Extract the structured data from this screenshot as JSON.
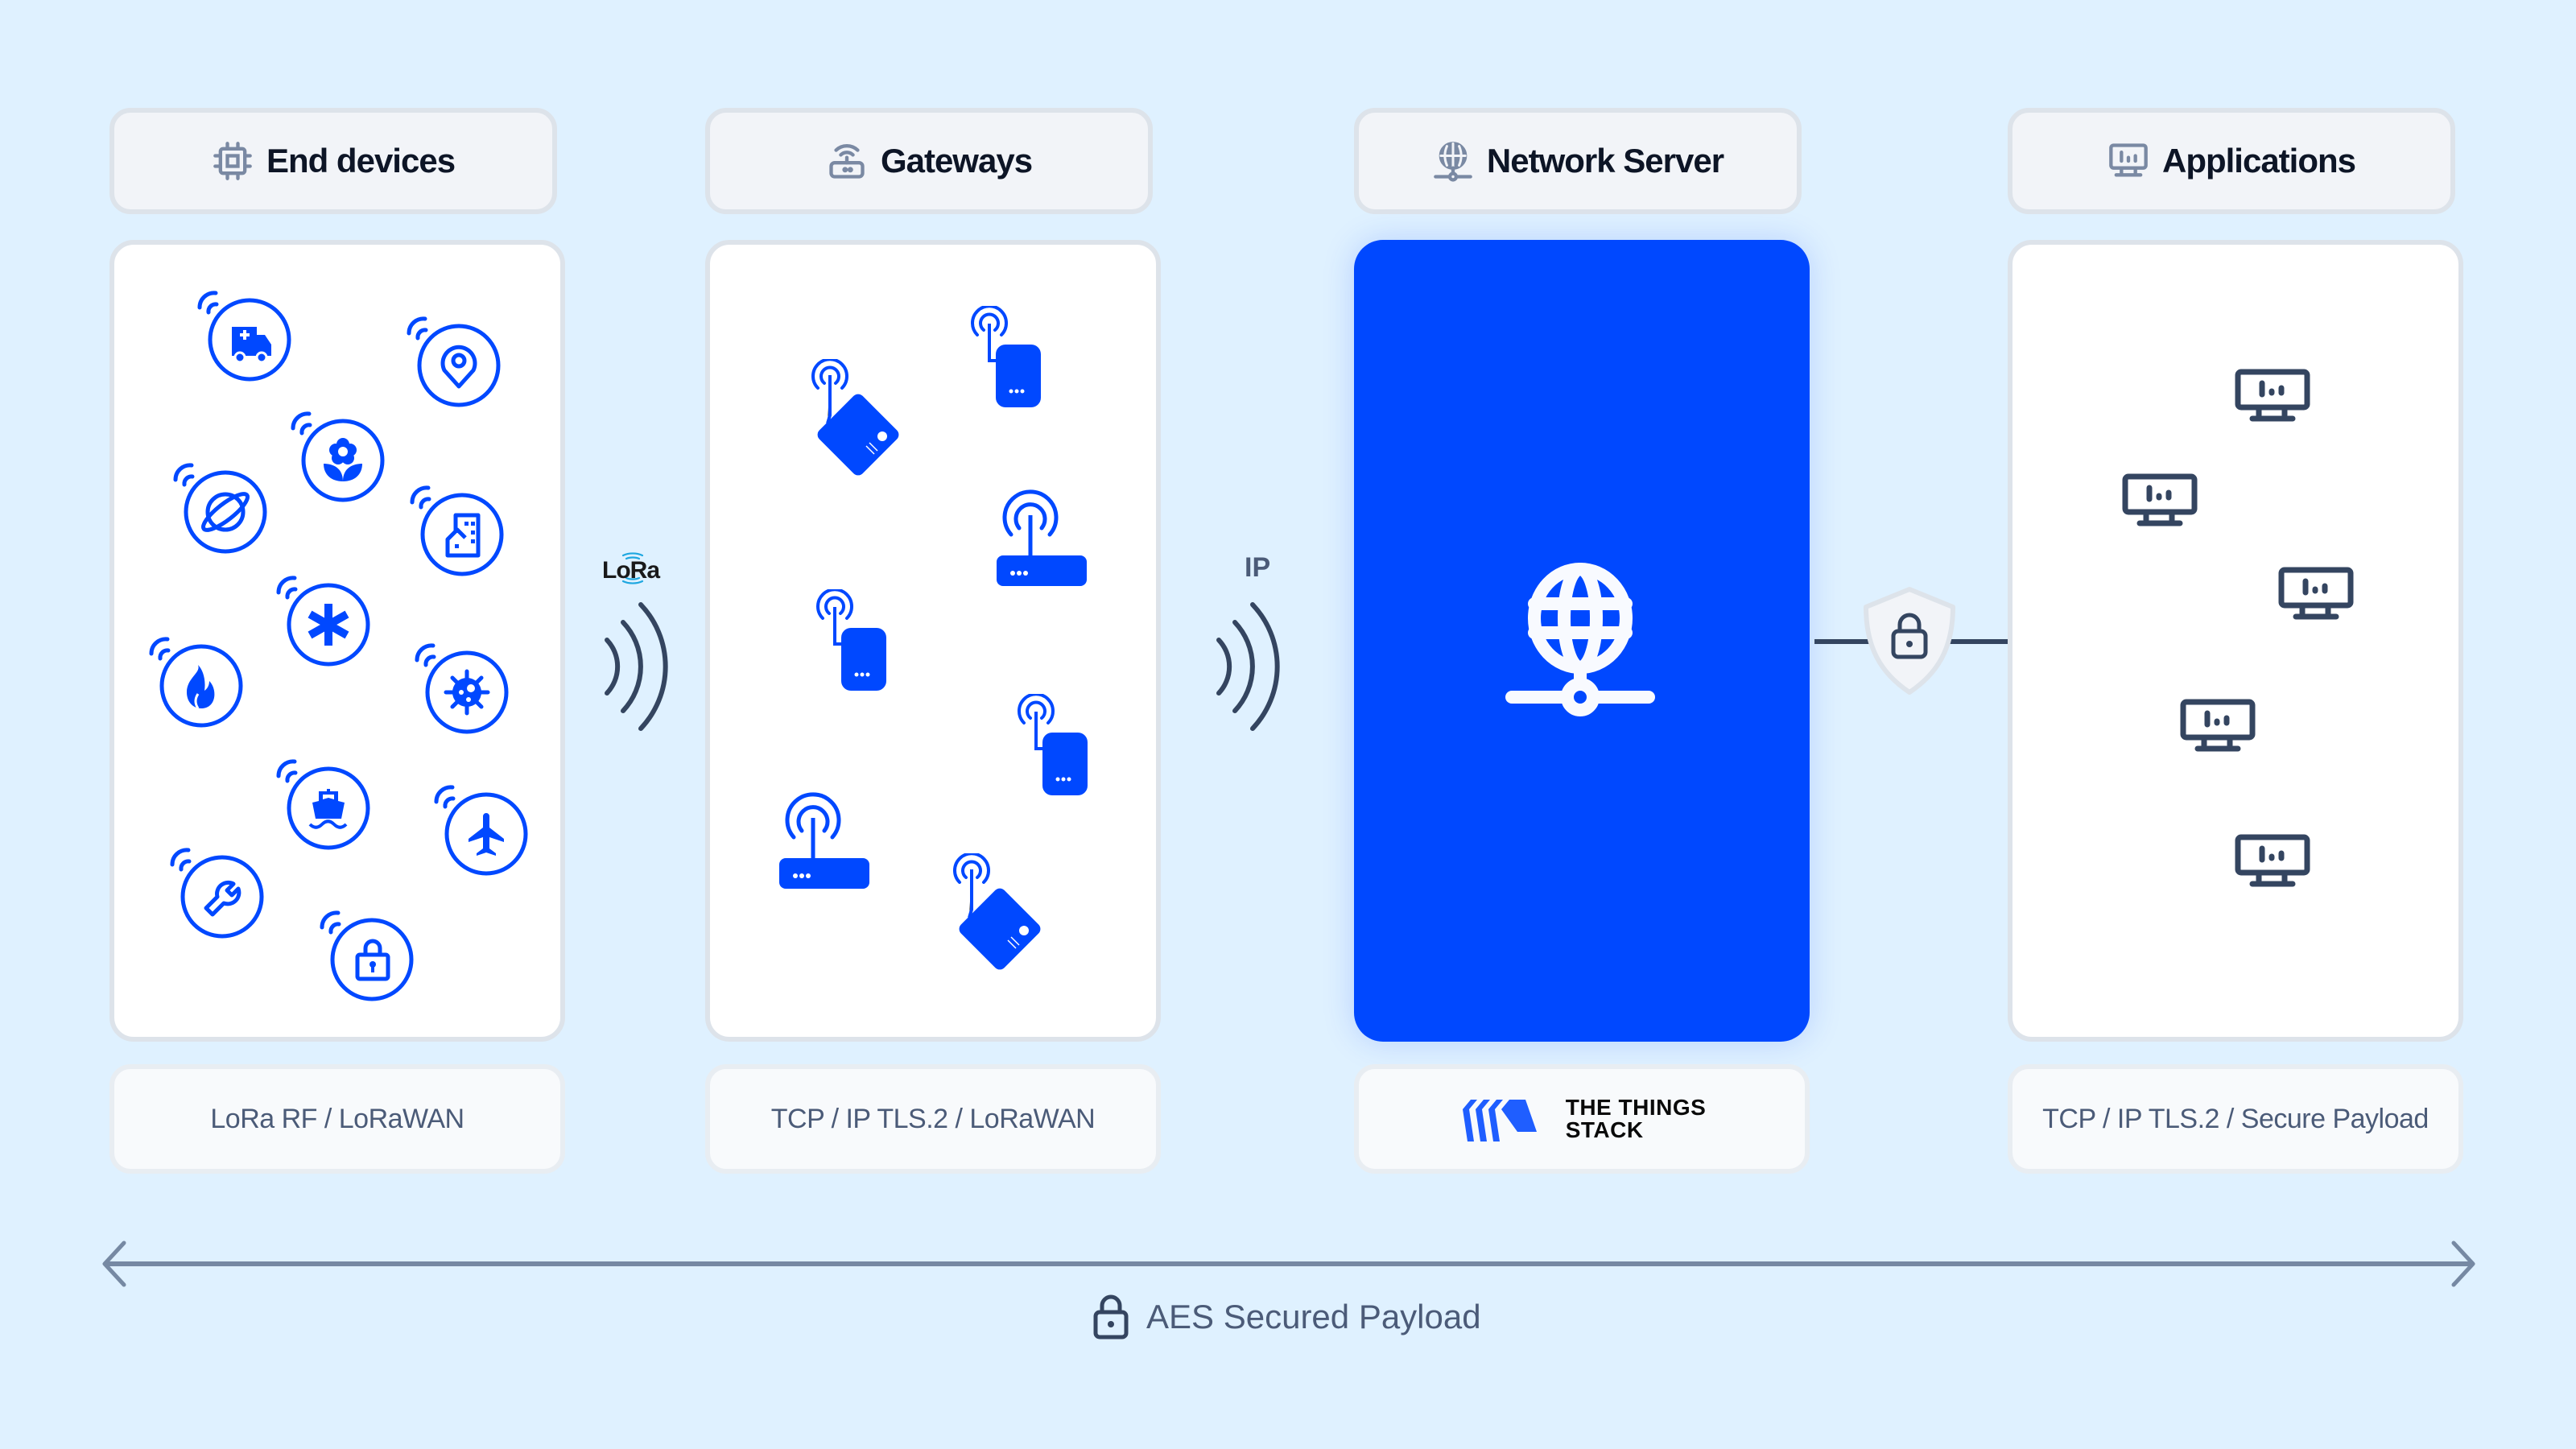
{
  "colors": {
    "background": "#dff1ff",
    "accent": "#0048ff",
    "header_bg": "#f2f4f8",
    "icon_gray": "#7a89a3",
    "dark_slate": "#344560",
    "title_text": "#0d1526",
    "muted_text": "#4b5b78"
  },
  "columns": [
    {
      "id": "end-devices",
      "title": "End devices",
      "icon": "chip-icon",
      "protocol": "LoRa RF / LoRaWAN",
      "devices": [
        {
          "icon": "ambulance-icon"
        },
        {
          "icon": "location-pin-icon"
        },
        {
          "icon": "flower-icon"
        },
        {
          "icon": "planet-icon"
        },
        {
          "icon": "building-icon"
        },
        {
          "icon": "asterisk-icon"
        },
        {
          "icon": "fire-icon"
        },
        {
          "icon": "virus-icon"
        },
        {
          "icon": "ship-icon"
        },
        {
          "icon": "airplane-icon"
        },
        {
          "icon": "wrench-icon"
        },
        {
          "icon": "lock-icon"
        }
      ]
    },
    {
      "id": "gateways",
      "title": "Gateways",
      "icon": "router-icon",
      "protocol": "TCP / IP TLS.2 / LoRaWAN",
      "gateways": [
        {
          "type": "tilted-gateway"
        },
        {
          "type": "portable-gateway"
        },
        {
          "type": "router-gateway"
        },
        {
          "type": "portable-gateway"
        },
        {
          "type": "portable-gateway"
        },
        {
          "type": "router-gateway"
        },
        {
          "type": "tilted-gateway"
        }
      ]
    },
    {
      "id": "network-server",
      "title": "Network Server",
      "icon": "network-globe-icon",
      "logo": {
        "line1": "THE THINGS",
        "line2": "STACK"
      }
    },
    {
      "id": "applications",
      "title": "Applications",
      "icon": "monitor-chart-icon",
      "protocol": "TCP / IP TLS.2 / Secure Payload",
      "apps": [
        {
          "icon": "monitor-chart-icon"
        },
        {
          "icon": "monitor-chart-icon"
        },
        {
          "icon": "monitor-chart-icon"
        },
        {
          "icon": "monitor-chart-icon"
        },
        {
          "icon": "monitor-chart-icon"
        }
      ]
    }
  ],
  "links": {
    "lora_label": "LoRa",
    "ip_label": "IP"
  },
  "footer": {
    "aes_label": "AES Secured Payload"
  }
}
